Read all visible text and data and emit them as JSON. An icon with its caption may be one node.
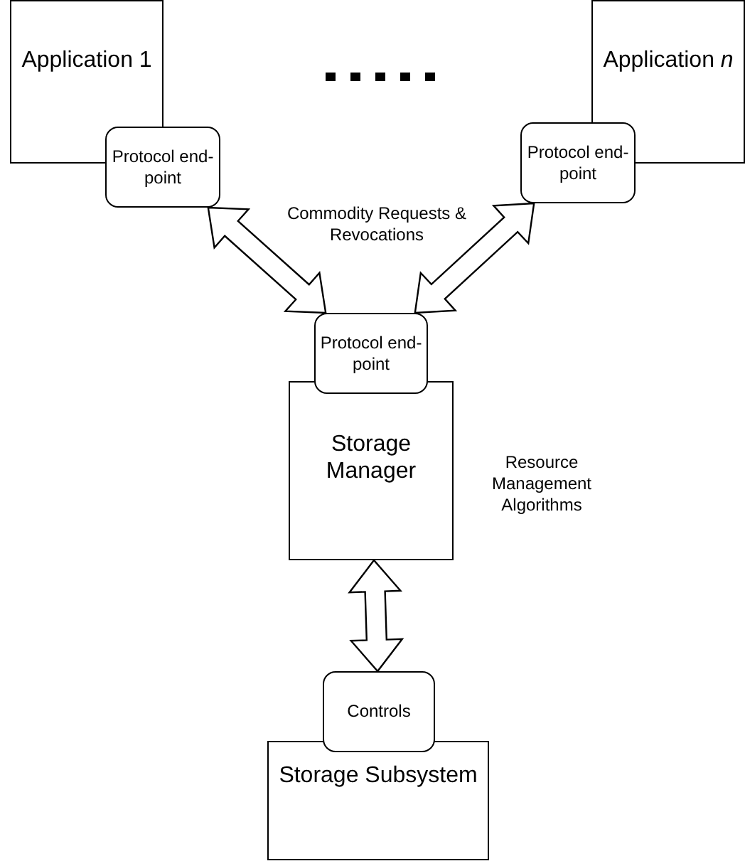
{
  "diagram": {
    "nodes": [
      {
        "text": [
          "Application 1"
        ]
      },
      {
        "text": [
          "Protocol end-point"
        ]
      },
      {
        "text": [
          "Application *n*"
        ]
      },
      {
        "text": [
          "Protocol end-point"
        ]
      },
      {
        "text": [
          "Protocol end-point"
        ]
      },
      {
        "text": [
          "Storage Manager"
        ]
      },
      {
        "text": [
          "Controls"
        ]
      },
      {
        "text": [
          "Storage Subsystem"
        ]
      }
    ],
    "edges": [
      {
        "from": 1,
        "to": 4,
        "arrow": "both",
        "style": "thick"
      },
      {
        "from": 3,
        "to": 4,
        "arrow": "both",
        "style": "thick"
      },
      {
        "from": 5,
        "to": 6,
        "arrow": "both",
        "style": "thick"
      }
    ],
    "labels": [
      "Commodity Requests & Revocations",
      "Resource Management Algorithms"
    ]
  }
}
